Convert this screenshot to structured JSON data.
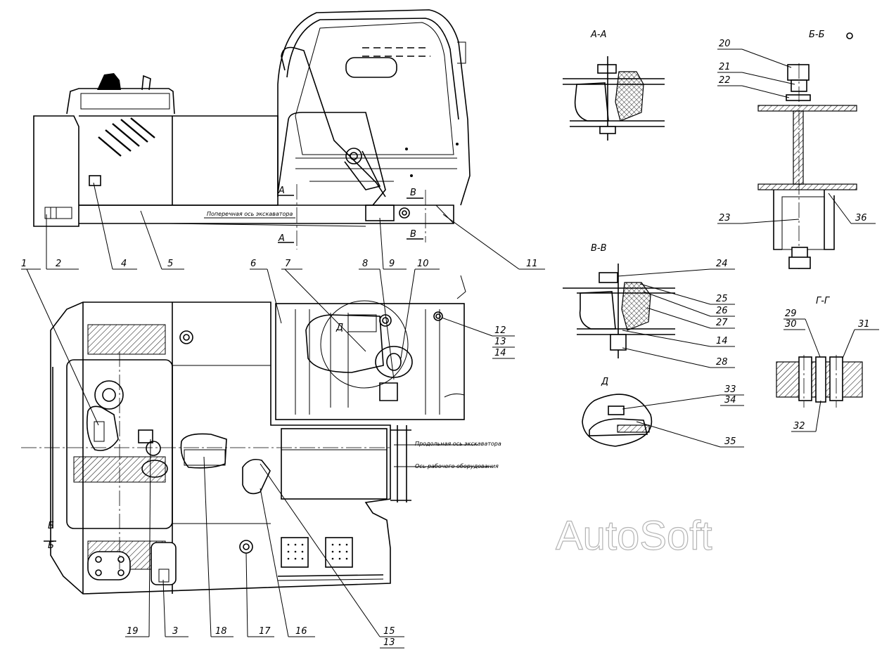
{
  "watermark": "AutoSoft",
  "axis_labels": {
    "transverse": "Поперечная ось экскаватора",
    "longitudinal": "Продольная ось экскаватора",
    "equipment": "Ось рабочего оборудования"
  },
  "sections": {
    "aa": "А-А",
    "bb": "Б-Б",
    "vv": "В-В",
    "gg": "Г-Г",
    "d": "Д"
  },
  "cut_letters": {
    "a": "А",
    "b": "Б",
    "v": "В",
    "d": "Д"
  },
  "callouts": {
    "c1": "1",
    "c2": "2",
    "c3": "3",
    "c4": "4",
    "c5": "5",
    "c6": "6",
    "c7": "7",
    "c8": "8",
    "c9": "9",
    "c10": "10",
    "c11": "11",
    "c12": "12",
    "c13": "13",
    "c14": "14",
    "c15": "15",
    "c16": "16",
    "c17": "17",
    "c18": "18",
    "c19": "19",
    "c20": "20",
    "c21": "21",
    "c22": "22",
    "c23": "23",
    "c24": "24",
    "c25": "25",
    "c26": "26",
    "c27": "27",
    "c28": "28",
    "c29": "29",
    "c30": "30",
    "c31": "31",
    "c32": "32",
    "c33": "33",
    "c34": "34",
    "c35": "35",
    "c36": "36"
  }
}
